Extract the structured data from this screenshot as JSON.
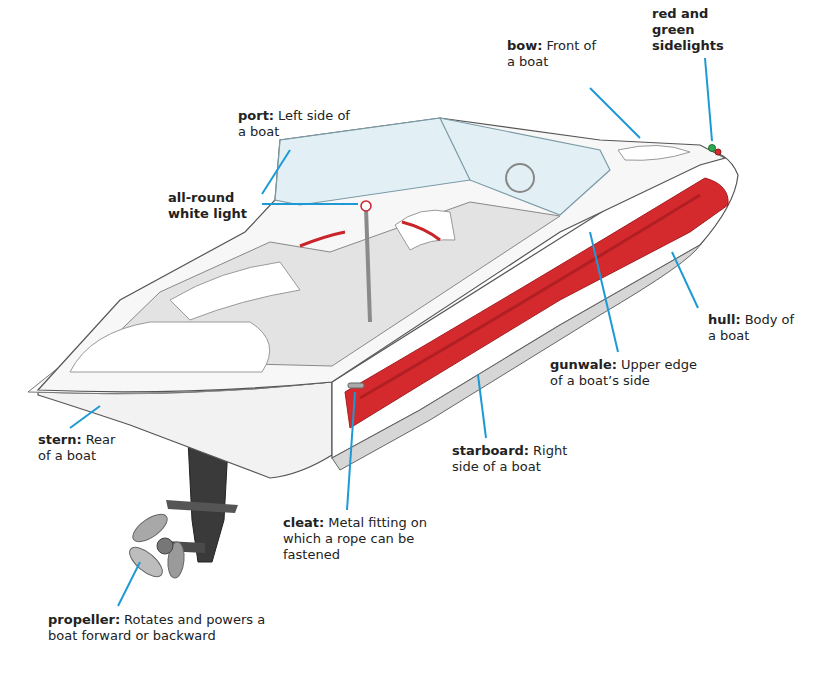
{
  "diagram": {
    "labels": [
      "red and green sidelights",
      "bow:",
      "Front of a boat",
      "port:",
      "Left side of a boat",
      "all-round white light",
      "hull:",
      "Body of a boat",
      "gunwale:",
      "Upper edge of a boat’s side",
      "stern:",
      "Rear of a boat",
      "starboard:",
      "Right side of a boat",
      "cleat:",
      "Metal fitting on which a rope can be fastened",
      "propeller:",
      "Rotates and powers a boat forward or backward"
    ]
  }
}
